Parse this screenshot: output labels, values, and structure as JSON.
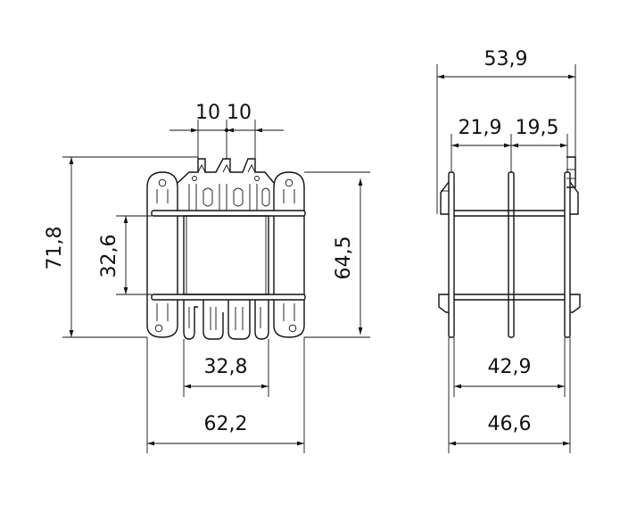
{
  "drawing": {
    "front_view": {
      "dim_pin_pitch_left": "10",
      "dim_pin_pitch_right": "10",
      "dim_overall_height": "71,8",
      "dim_core_height": "32,6",
      "dim_body_height": "64,5",
      "dim_core_width": "32,8",
      "dim_overall_width": "62,2"
    },
    "side_view": {
      "dim_overall_depth": "53,9",
      "dim_section_left": "21,9",
      "dim_section_right": "19,5",
      "dim_flange_inner": "42,9",
      "dim_flange_outer": "46,6"
    }
  }
}
